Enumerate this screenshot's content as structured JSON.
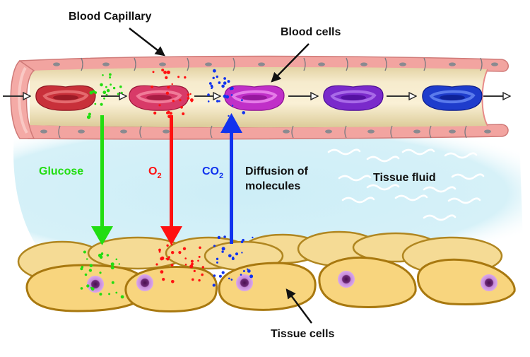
{
  "diagram": {
    "title": "Diffusion between blood capillary and tissue cells",
    "labels": {
      "capillary": "Blood Capillary",
      "blood_cells": "Blood cells",
      "glucose": "Glucose",
      "oxygen_main": "O",
      "oxygen_sub": "2",
      "co2_main": "CO",
      "co2_sub": "2",
      "diffusion_line1": "Diffusion of",
      "diffusion_line2": "molecules",
      "tissue_fluid": "Tissue fluid",
      "tissue_cells": "Tissue cells"
    },
    "colors": {
      "glucose": "#22dd11",
      "oxygen": "#ff1111",
      "co2": "#1133ee",
      "capillary_wall": "#f2a0a0",
      "capillary_wall_dark": "#e07e7e",
      "plasma": "#f3e6c4",
      "tissue_fluid": "#cfeef6",
      "tissue_cell": "#f8d57e",
      "tissue_cell_outline": "#a8780f",
      "nucleus_outer": "#d49ae6",
      "nucleus_inner": "#5a1a5e",
      "text": "#111111"
    },
    "blood_cells": [
      {
        "name": "red-blood-cell-oxygenated",
        "fill": "#c8303a",
        "rim": "#e46a6e",
        "core": "#8e1420"
      },
      {
        "name": "pink-blood-cell",
        "fill": "#d83a68",
        "rim": "#f07a98",
        "core": "#9a1438"
      },
      {
        "name": "magenta-blood-cell",
        "fill": "#c030c8",
        "rim": "#e57ce8",
        "core": "#8a1090"
      },
      {
        "name": "purple-blood-cell",
        "fill": "#7a2acb",
        "rim": "#a86ae8",
        "core": "#4a0a94"
      },
      {
        "name": "blue-blood-cell-deoxygenated",
        "fill": "#1e3ccc",
        "rim": "#5a7aec",
        "core": "#0a1a88"
      }
    ],
    "arrows": [
      {
        "name": "glucose-arrow",
        "substance": "Glucose",
        "direction": "down"
      },
      {
        "name": "oxygen-arrow",
        "substance": "O2",
        "direction": "down"
      },
      {
        "name": "co2-arrow",
        "substance": "CO2",
        "direction": "up"
      }
    ]
  }
}
